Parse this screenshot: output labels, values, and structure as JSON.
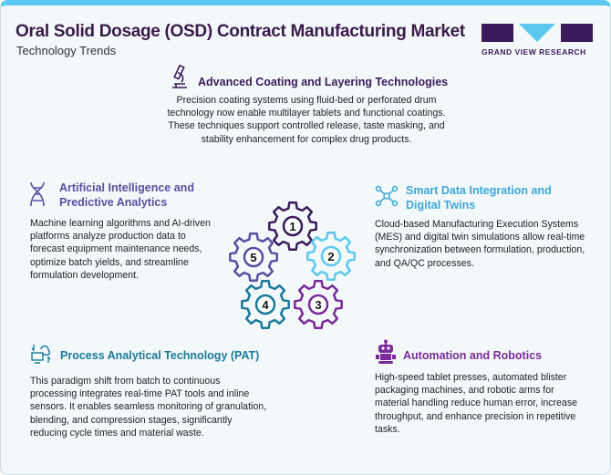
{
  "header": {
    "title": "Oral Solid Dosage (OSD) Contract Manufacturing Market",
    "subtitle": "Technology Trends"
  },
  "logo": {
    "text": "GRAND VIEW RESEARCH"
  },
  "sections": [
    {
      "title": "Advanced Coating and Layering Technologies",
      "body": "Precision coating systems using fluid-bed or perforated drum technology now enable multilayer tablets and functional coatings. These techniques support controlled release, taste masking, and stability enhancement for complex drug products.",
      "icon": "microscope-icon",
      "color": "#3b1a5a"
    },
    {
      "title": "Artificial Intelligence and Predictive Analytics",
      "body": "Machine learning algorithms and AI-driven platforms analyze production data to forecast equipment maintenance needs, optimize batch yields, and streamline formulation development.",
      "icon": "dna-icon",
      "color": "#5a4fa0"
    },
    {
      "title": "Smart Data Integration and Digital Twins",
      "body": "Cloud-based Manufacturing Execution Systems (MES) and digital twin simulations allow real-time synchronization between formulation, production, and QA/QC processes.",
      "icon": "network-icon",
      "color": "#3aa8d8"
    },
    {
      "title": "Process Analytical Technology (PAT)",
      "body": "This paradigm shift from batch to continuous processing integrates real-time PAT tools and inline sensors. It enables seamless monitoring of granulation, blending, and compression stages, significantly reducing cycle times and material waste.",
      "icon": "cloud-computer-icon",
      "color": "#1a7a9a"
    },
    {
      "title": "Automation and Robotics",
      "body": "High-speed tablet presses, automated blister packaging machines, and robotic arms for material handling reduce human error, increase throughput, and enhance precision in repetitive tasks.",
      "icon": "robot-icon",
      "color": "#7a2a9a"
    }
  ],
  "gears": [
    {
      "label": "1",
      "color": "#3b1a5a"
    },
    {
      "label": "2",
      "color": "#5bc8f0"
    },
    {
      "label": "3",
      "color": "#7a2a9a"
    },
    {
      "label": "4",
      "color": "#1a7a9a"
    },
    {
      "label": "5",
      "color": "#5a4fa0"
    }
  ]
}
